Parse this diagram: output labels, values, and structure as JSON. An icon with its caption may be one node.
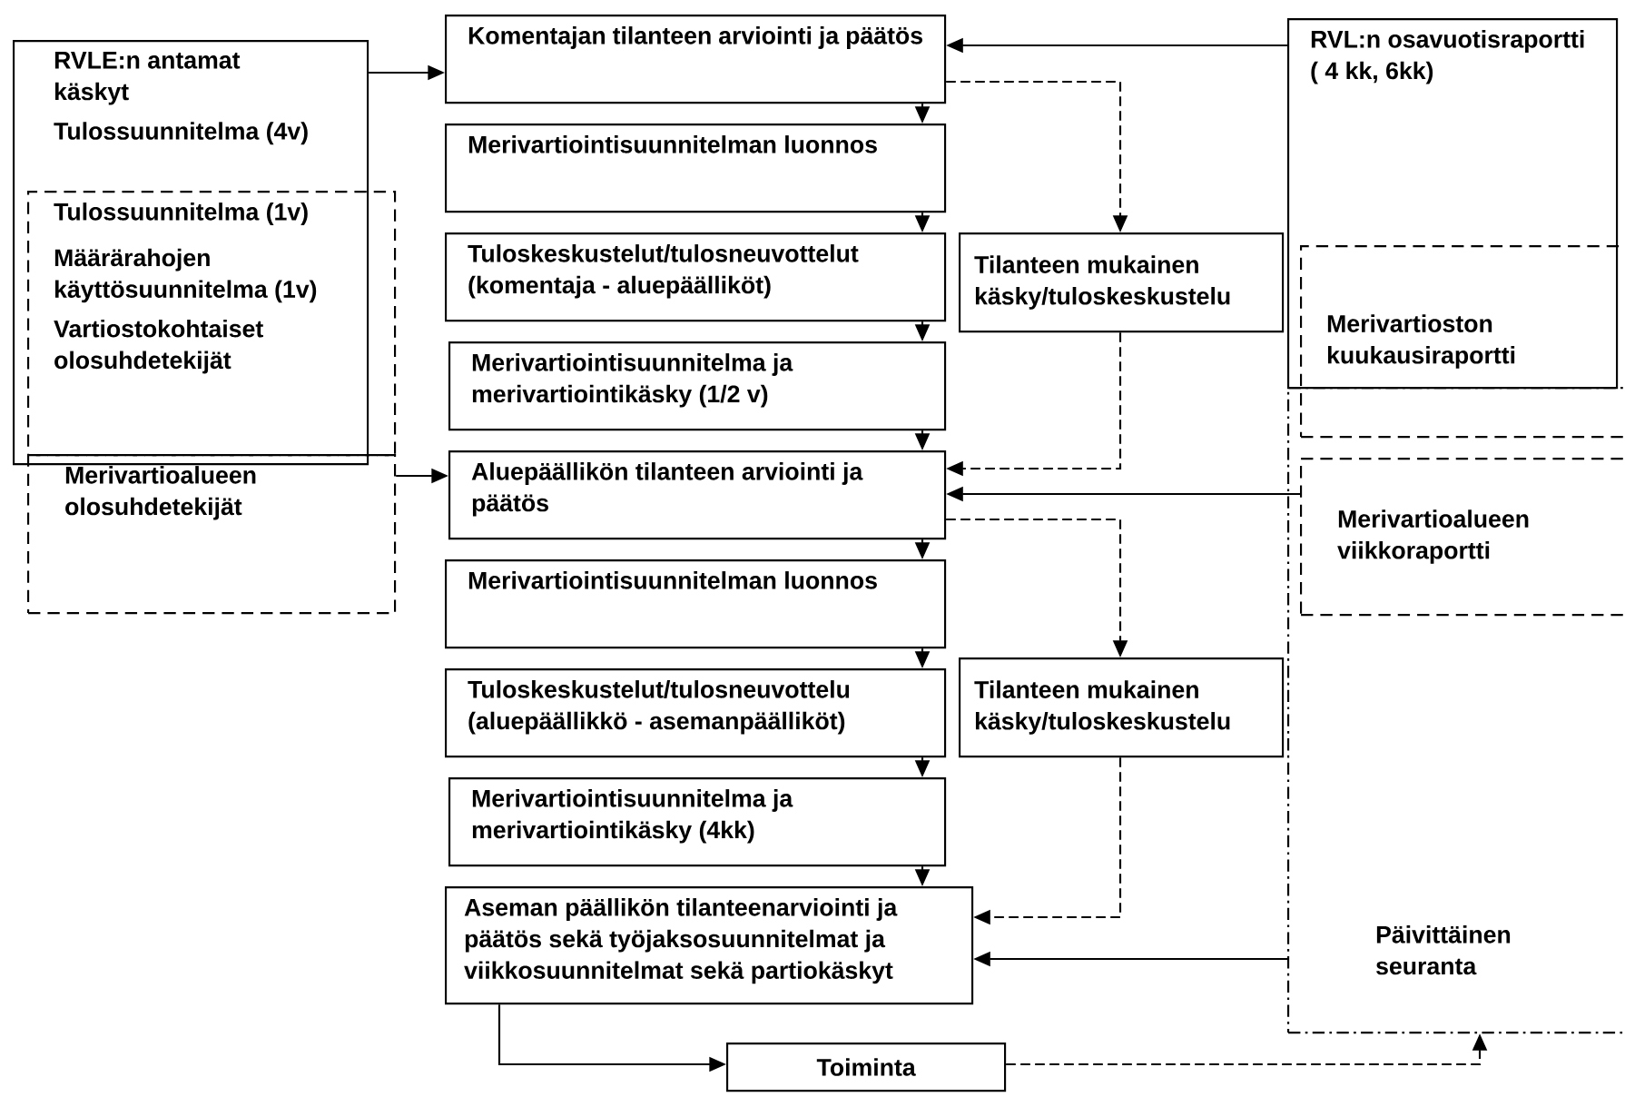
{
  "diagram": {
    "nodes": [
      {
        "text": [
          "RVLE:n antamat käskyt",
          "Tulossuunnitelma (4v)"
        ]
      },
      {
        "text": [
          "Tulossuunnitelma (1v)",
          "Määrärahojen käyttösuunnitelma (1v)",
          "Vartiostokohtaiset olosuhdetekijät"
        ]
      },
      {
        "text": [
          "Merivartioalueen olosuhdetekijät"
        ]
      },
      {
        "text": [
          "Komentajan tilanteen arviointi ja päätös"
        ]
      },
      {
        "text": [
          "Merivartiointisuunnitelman luonnos"
        ]
      },
      {
        "text": [
          "Tuloskeskustelut/tulosneuvottelut (komentaja - aluepäälliköt)"
        ]
      },
      {
        "text": [
          "Merivartiointisuunnitelma ja merivartiointikäsky (1/2 v)"
        ]
      },
      {
        "text": [
          "Aluepäällikön tilanteen arviointi ja päätös"
        ]
      },
      {
        "text": [
          "Merivartiointisuunnitelman luonnos"
        ]
      },
      {
        "text": [
          "Tuloskeskustelut/tulosneuvottelu (aluepäällikkö - asemanpäälliköt)"
        ]
      },
      {
        "text": [
          "Merivartiointisuunnitelma ja merivartiointikäsky (4kk)"
        ]
      },
      {
        "text": [
          "Aseman päällikön tilanteenarviointi ja päätös sekä työjaksosuunnitelmat ja viikkosuunnitelmat sekä partiokäskyt"
        ]
      },
      {
        "text": [
          "Toiminta"
        ]
      },
      {
        "text": [
          "Tilanteen mukainen käsky/tuloskeskustelu"
        ]
      },
      {
        "text": [
          "Tilanteen mukainen käsky/tuloskeskustelu"
        ]
      },
      {
        "text": [
          "RVL:n osavuotisraportti ( 4 kk, 6kk)"
        ]
      },
      {
        "text": [
          "Merivartioston kuukausiraportti"
        ]
      },
      {
        "text": [
          "Päivittäinen seuranta"
        ]
      },
      {
        "text": [
          "Merivartioalueen viikkoraportti"
        ],
        "in": 17
      }
    ],
    "edges": [
      {
        "from": 0,
        "to": 3,
        "arrow": "to"
      },
      {
        "from": 2,
        "to": 7,
        "arrow": "to"
      },
      {
        "from": 3,
        "to": 4,
        "arrow": "to"
      },
      {
        "from": 4,
        "to": 5,
        "arrow": "to"
      },
      {
        "from": 5,
        "to": 6,
        "arrow": "to"
      },
      {
        "from": 6,
        "to": 7,
        "arrow": "to"
      },
      {
        "from": 7,
        "to": 8,
        "arrow": "to"
      },
      {
        "from": 8,
        "to": 9,
        "arrow": "to"
      },
      {
        "from": 9,
        "to": 10,
        "arrow": "to"
      },
      {
        "from": 10,
        "to": 11,
        "arrow": "to"
      },
      {
        "from": 15,
        "to": 3,
        "arrow": "to"
      },
      {
        "from": 3,
        "to": 13,
        "arrow": "to",
        "style": "dashed"
      },
      {
        "from": 13,
        "to": 7,
        "arrow": "to",
        "style": "dashed"
      },
      {
        "from": 18,
        "to": 7,
        "arrow": "to"
      },
      {
        "from": 7,
        "to": 14,
        "arrow": "to",
        "style": "dashed"
      },
      {
        "from": 14,
        "to": 11,
        "arrow": "to",
        "style": "dashed"
      },
      {
        "from": 17,
        "to": 11,
        "arrow": "to"
      },
      {
        "from": 11,
        "to": 12,
        "arrow": "to"
      },
      {
        "from": 12,
        "to": 17,
        "arrow": "to",
        "style": "dashed"
      }
    ]
  }
}
